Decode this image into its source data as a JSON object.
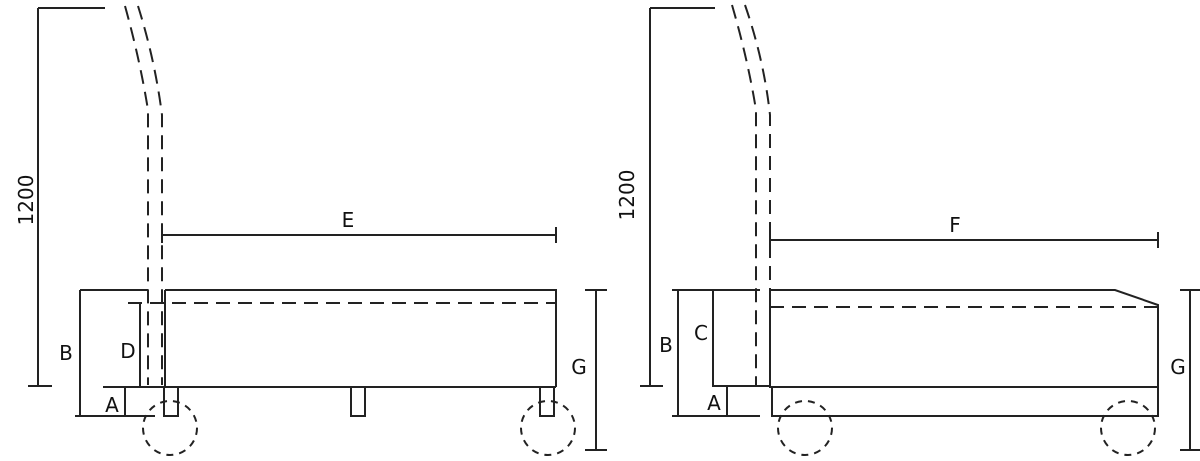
{
  "left_view": {
    "height_label": "1200",
    "labels": {
      "a": "A",
      "b": "B",
      "d": "D",
      "e": "E",
      "g": "G"
    }
  },
  "right_view": {
    "height_label": "1200",
    "labels": {
      "a": "A",
      "b": "B",
      "c": "C",
      "f": "F",
      "g": "G"
    }
  },
  "colors": {
    "line": "#222222",
    "background": "#ffffff"
  }
}
